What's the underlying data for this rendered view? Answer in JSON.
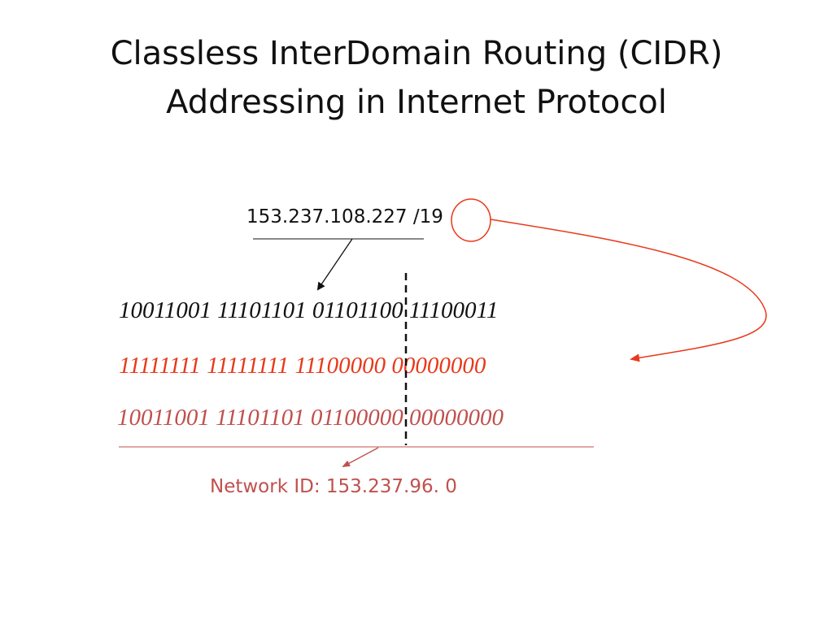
{
  "title": {
    "line1": "Classless InterDomain Routing (CIDR)",
    "line2": "Addressing in Internet Protocol"
  },
  "ip_address": {
    "address": "153.237.108.227",
    "prefix": "/19"
  },
  "binary_rows": {
    "ip": "10011001 11101101 01101100 11100011",
    "mask": "11111111 11111111 11100000 00000000",
    "result": "10011001 11101101 01100000 00000000"
  },
  "network_id": "Network ID: 153.237.96. 0",
  "colors": {
    "text": "#111111",
    "mask": "#e8391b",
    "result": "#c0504d",
    "highlight_circle": "#e8391b"
  }
}
